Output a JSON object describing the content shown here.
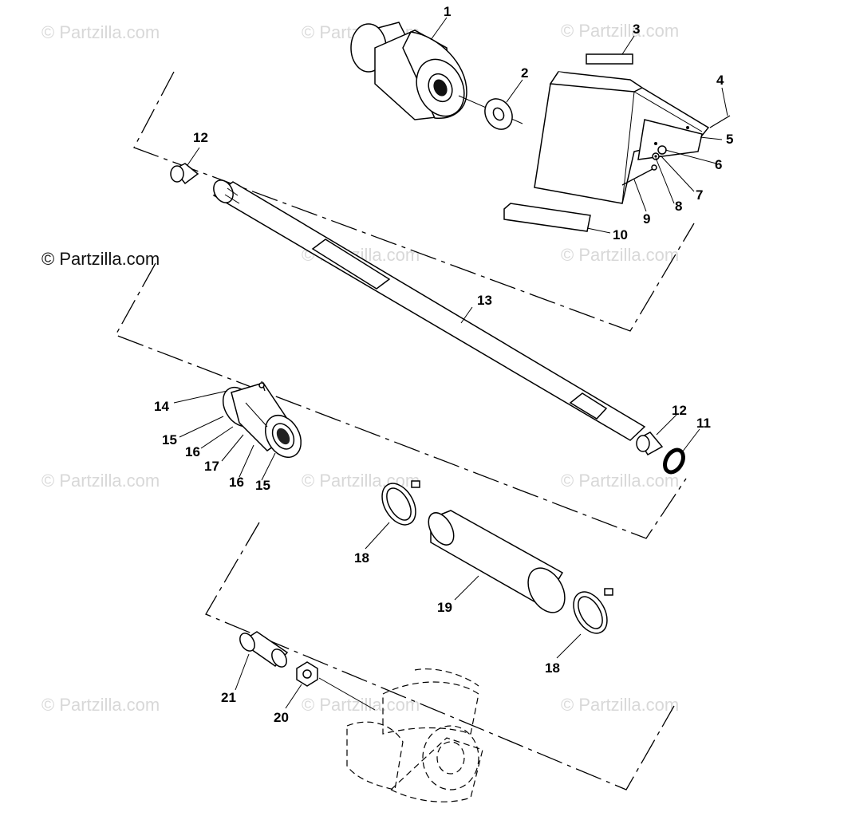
{
  "watermark": {
    "text": "© Partzilla.com",
    "main_text": "© Partzilla.com"
  },
  "callouts": {
    "c1": "1",
    "c2": "2",
    "c3": "3",
    "c4": "4",
    "c5": "5",
    "c6": "6",
    "c7": "7",
    "c8": "8",
    "c9": "9",
    "c10": "10",
    "c11": "11",
    "c12a": "12",
    "c12b": "12",
    "c13": "13",
    "c14": "14",
    "c15a": "15",
    "c15b": "15",
    "c16a": "16",
    "c16b": "16",
    "c17": "17",
    "c18a": "18",
    "c18b": "18",
    "c19": "19",
    "c20": "20",
    "c21": "21"
  },
  "icons": {
    "copyright": "copyright-symbol"
  }
}
